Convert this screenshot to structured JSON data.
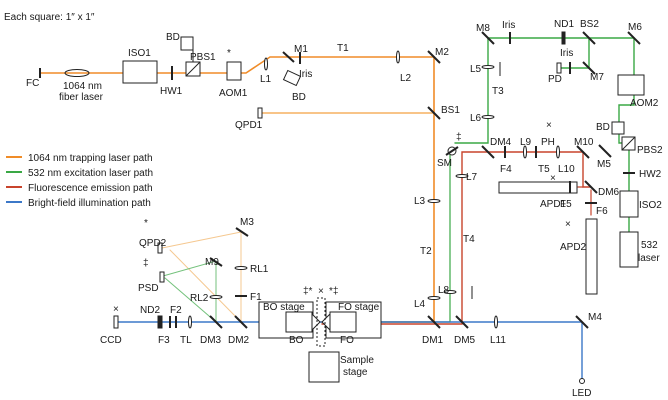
{
  "note": "Each square: 1″ x 1″",
  "laser_1064": {
    "line1": "1064 nm",
    "line2": "fiber laser"
  },
  "laser_532": {
    "line1": "532",
    "line2": "laser"
  },
  "legend": [
    {
      "text": "1064 nm trapping laser path",
      "color": "#f08c28"
    },
    {
      "text": "532 nm excitation laser path",
      "color": "#3aa845"
    },
    {
      "text": "Fluorescence emission path",
      "color": "#c8442c"
    },
    {
      "text": "Bright-field illumination path",
      "color": "#3c78c8"
    }
  ],
  "labels": {
    "FC": "FC",
    "ISO1": "ISO1",
    "HW1": "HW1",
    "PBS1": "PBS1",
    "BD_top": "BD",
    "AOM1": "AOM1",
    "star_aom": "*",
    "L1": "L1",
    "M1": "M1",
    "Iris1": "Iris",
    "BD_mid": "BD",
    "T1": "T1",
    "L2": "L2",
    "M2": "M2",
    "QPD1": "QPD1",
    "BS1": "BS1",
    "L3": "L3",
    "T2": "T2",
    "L4": "L4",
    "QPD2": "QPD2",
    "star_qpd2": "*",
    "M3": "M3",
    "RL1": "RL1",
    "F1": "F1",
    "PSD": "PSD",
    "dag_psd": "‡",
    "M9": "M9",
    "RL2": "RL2",
    "CCD": "CCD",
    "x_ccd": "×",
    "ND2": "ND2",
    "F2": "F2",
    "F3": "F3",
    "TL": "TL",
    "DM3": "DM3",
    "DM2": "DM2",
    "BO_stage": "BO stage",
    "BO": "BO",
    "FO_stage": "FO stage",
    "FO": "FO",
    "marks_bo": "‡*",
    "marks_fo": "*‡",
    "x_sample": "×",
    "sample1": "Sample",
    "sample2": "stage",
    "DM1": "DM1",
    "DM5": "DM5",
    "L11": "L11",
    "M4": "M4",
    "LED": "LED",
    "L8": "L8",
    "T4": "T4",
    "SM": "SM",
    "dag_sm": "‡",
    "L7": "L7",
    "L5": "L5",
    "T3": "T3",
    "L6": "L6",
    "M8": "M8",
    "Iris2": "Iris",
    "ND1": "ND1",
    "BS2": "BS2",
    "M6": "M6",
    "Iris3": "Iris",
    "PD": "PD",
    "M7": "M7",
    "AOM2": "AOM2",
    "BD_right": "BD",
    "PBS2": "PBS2",
    "M5": "M5",
    "HW2": "HW2",
    "ISO2": "ISO2",
    "DM4": "DM4",
    "F4": "F4",
    "L9": "L9",
    "PH": "PH",
    "x_ph": "×",
    "T5": "T5",
    "M10": "M10",
    "L10": "L10",
    "DM6": "DM6",
    "APD1": "APD1",
    "F5": "F5",
    "x_apd": "×",
    "F6": "F6",
    "APD2": "APD2"
  }
}
